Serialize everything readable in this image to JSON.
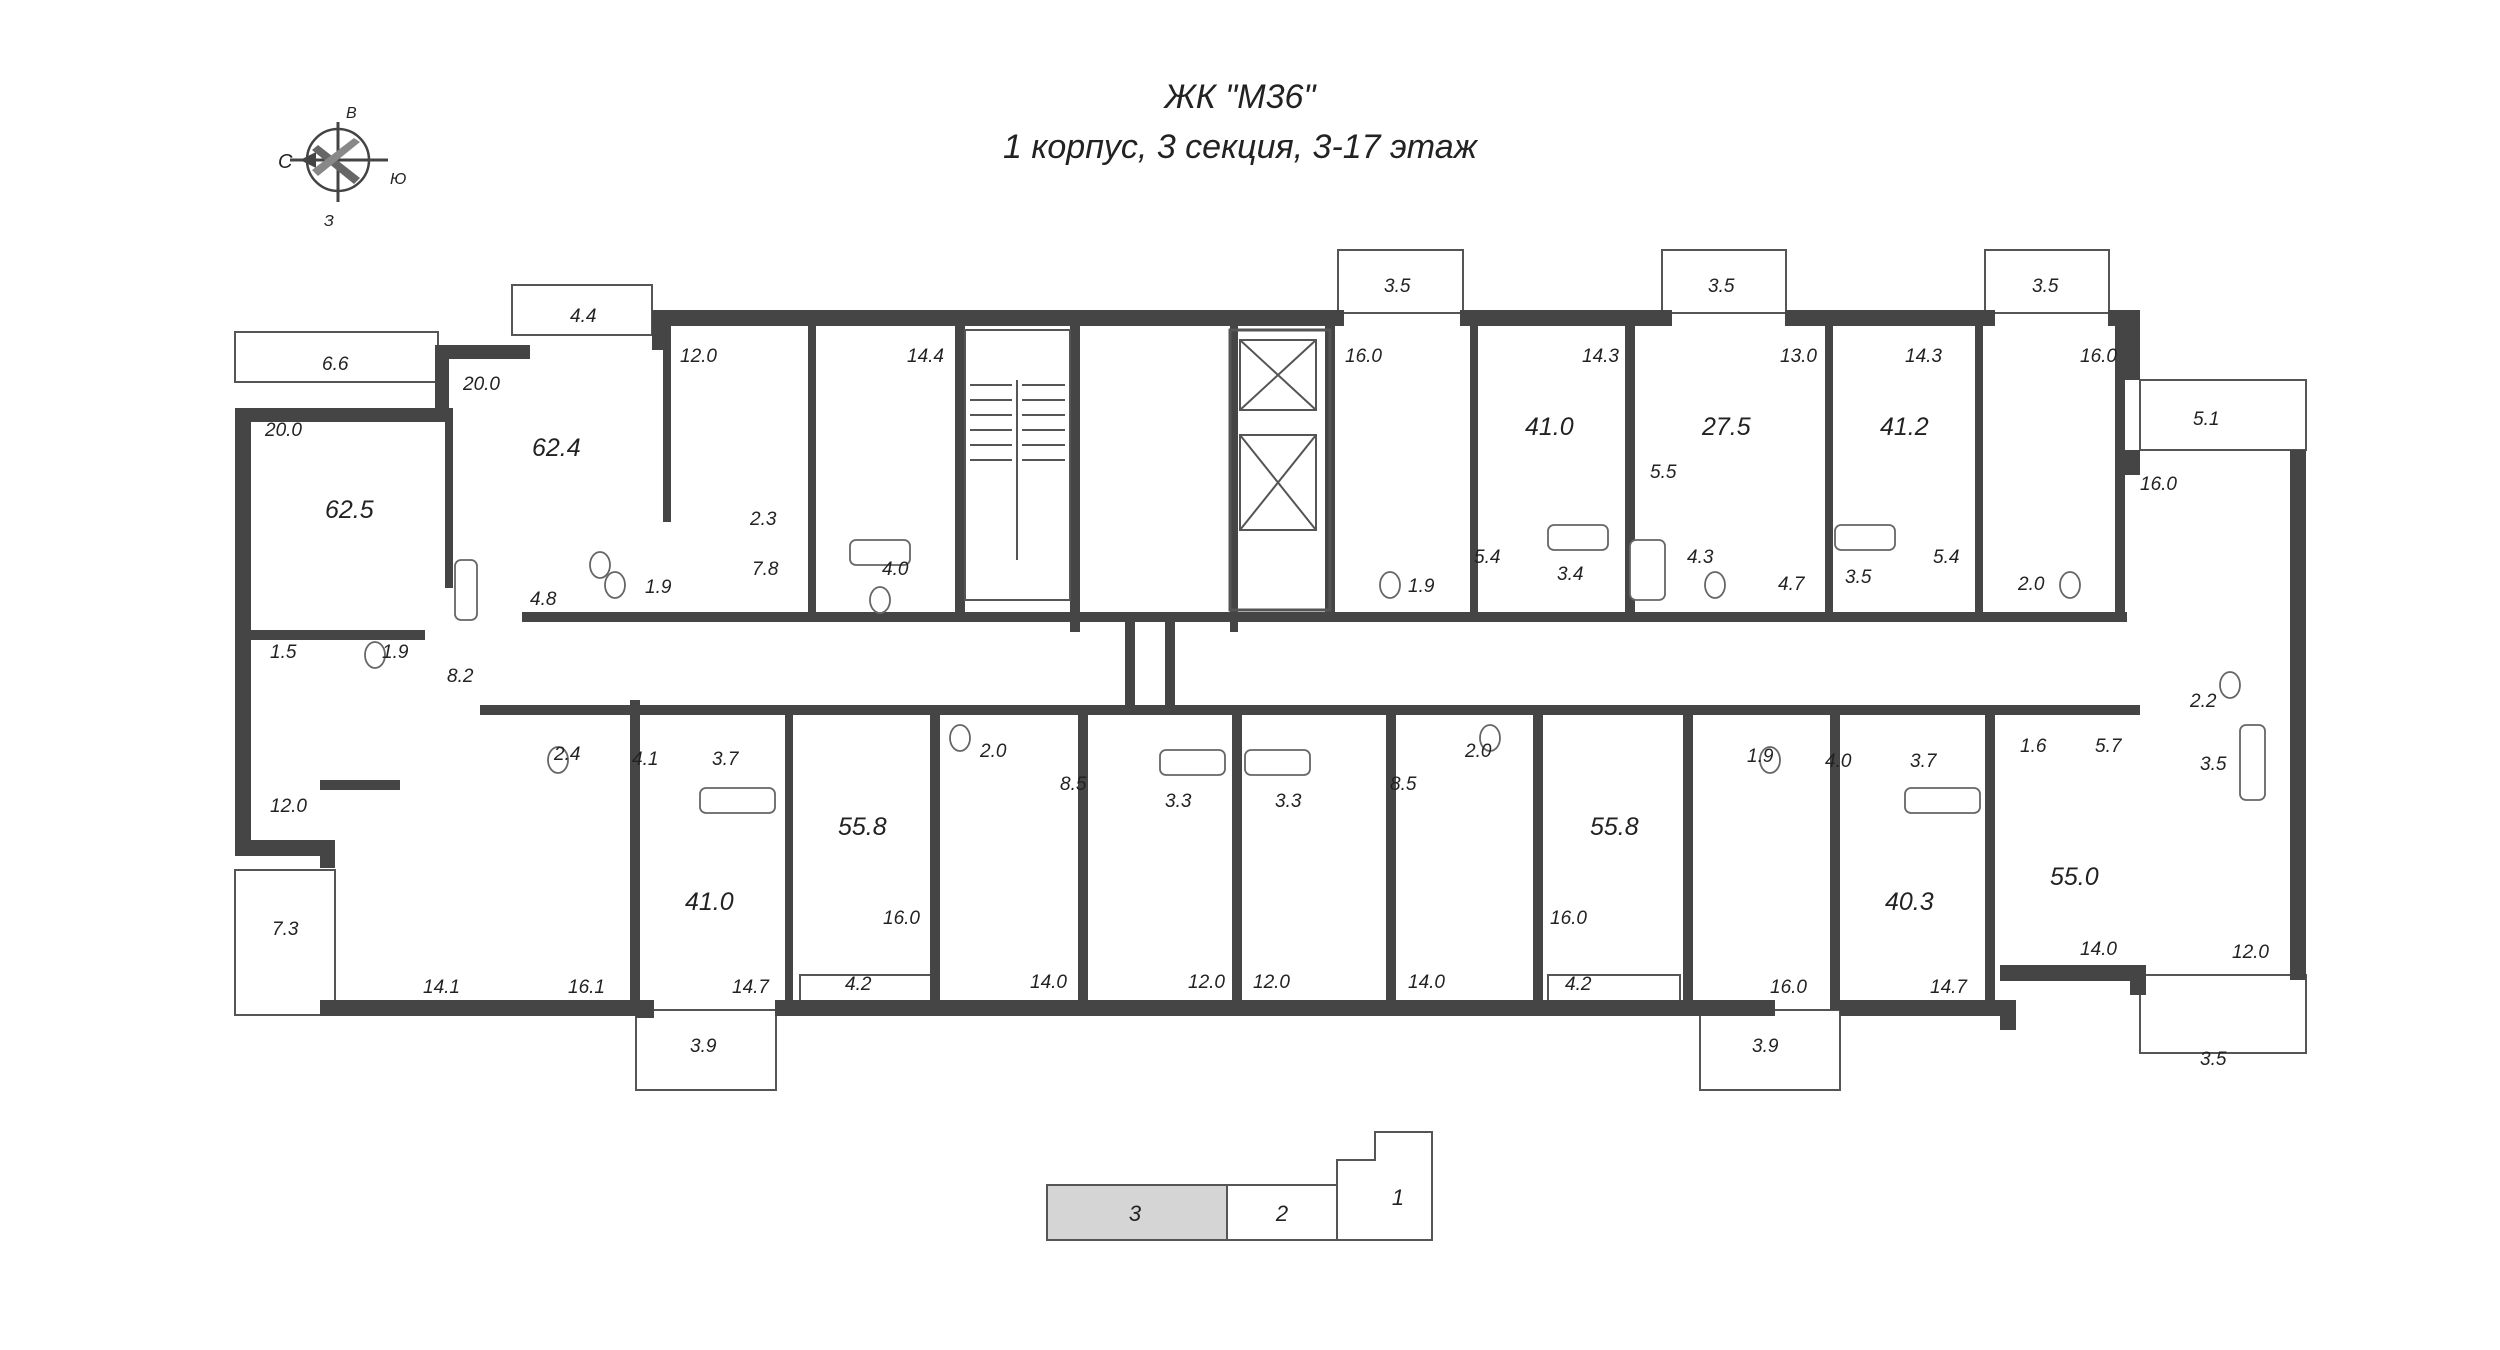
{
  "title": "ЖК \"М36\"",
  "subtitle": "1 корпус, 3 секция, 3-17 этаж",
  "compass": {
    "n": "С",
    "e": "В",
    "s": "Ю",
    "w": "З",
    "icon": "compass-icon"
  },
  "colors": {
    "walls": "#454545",
    "highlight_section": "#d5d5d5"
  },
  "apartments": [
    {
      "id": "apt-nw-big",
      "total": "62.5"
    },
    {
      "id": "apt-n2",
      "total": "62.4"
    },
    {
      "id": "apt-n4",
      "total": "41.0"
    },
    {
      "id": "apt-studio",
      "total": "27.5"
    },
    {
      "id": "apt-n5",
      "total": "41.2"
    },
    {
      "id": "apt-s2",
      "total": "55.8"
    },
    {
      "id": "apt-s1",
      "total": "41.0"
    },
    {
      "id": "apt-s3",
      "total": "55.8"
    },
    {
      "id": "apt-s4",
      "total": "40.3"
    },
    {
      "id": "apt-s5",
      "total": "55.0"
    }
  ],
  "rooms": [
    "6.6",
    "4.4",
    "20.0",
    "20.0",
    "12.0",
    "14.4",
    "16.0",
    "14.3",
    "13.0",
    "14.3",
    "16.0",
    "3.5",
    "3.5",
    "3.5",
    "5.1",
    "16.0",
    "2.3",
    "7.8",
    "4.0",
    "4.8",
    "1.9",
    "1.5",
    "1.9",
    "8.2",
    "12.0",
    "7.3",
    "14.1",
    "2.4",
    "4.1",
    "3.7",
    "16.1",
    "14.7",
    "3.9",
    "16.0",
    "4.2",
    "2.0",
    "8.5",
    "3.3",
    "3.3",
    "14.0",
    "12.0",
    "12.0",
    "14.0",
    "8.5",
    "2.0",
    "16.0",
    "4.2",
    "1.9",
    "4.0",
    "3.7",
    "16.0",
    "14.7",
    "3.9",
    "1.6",
    "5.7",
    "3.5",
    "2.2",
    "14.0",
    "12.0",
    "3.5",
    "5.5",
    "1.9",
    "5.4",
    "3.4",
    "4.3",
    "4.7",
    "3.5",
    "5.4",
    "2.0"
  ],
  "sections": [
    {
      "label": "3",
      "active": true
    },
    {
      "label": "2",
      "active": false
    },
    {
      "label": "1",
      "active": false
    }
  ]
}
